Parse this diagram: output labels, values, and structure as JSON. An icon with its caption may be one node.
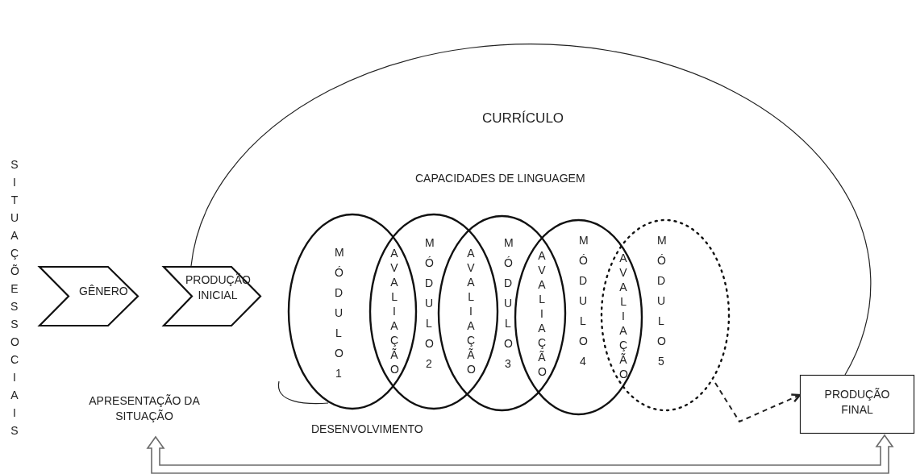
{
  "diagram": {
    "nodes": [
      {
        "text": [
          "GÊNERO"
        ]
      },
      {
        "text": [
          "PRODUÇÃO INICIAL"
        ]
      },
      {
        "text": [
          "MÓDULO 1"
        ]
      },
      {
        "text": [
          "MÓDULO 2"
        ]
      },
      {
        "text": [
          "MÓDULO 3"
        ]
      },
      {
        "text": [
          "MÓDULO 4"
        ]
      },
      {
        "text": [
          "MÓDULO 5"
        ]
      },
      {
        "text": [
          "PRODUÇÃO FINAL"
        ]
      },
      {
        "text": [
          "APRESENTAÇÃO DA SITUAÇÃO"
        ]
      }
    ],
    "edges": [
      {
        "from": 1,
        "to": 7,
        "arrow": "none"
      },
      {
        "from": 6,
        "to": 7,
        "arrow": "to",
        "style": "dashed"
      },
      {
        "from": 8,
        "to": 7,
        "arrow": "both",
        "style": "thick",
        "color": "#6b6b6b"
      }
    ],
    "labels": [
      "SITUAÇÕES SOCIAIS",
      "CURRÍCULO",
      "CAPACIDADES DE LINGUAGEM",
      "AVALIAÇÃO",
      "AVALIAÇÃO",
      "AVALIAÇÃO",
      "AVALIAÇÃO",
      "DESENVOLVIMENTO"
    ]
  }
}
